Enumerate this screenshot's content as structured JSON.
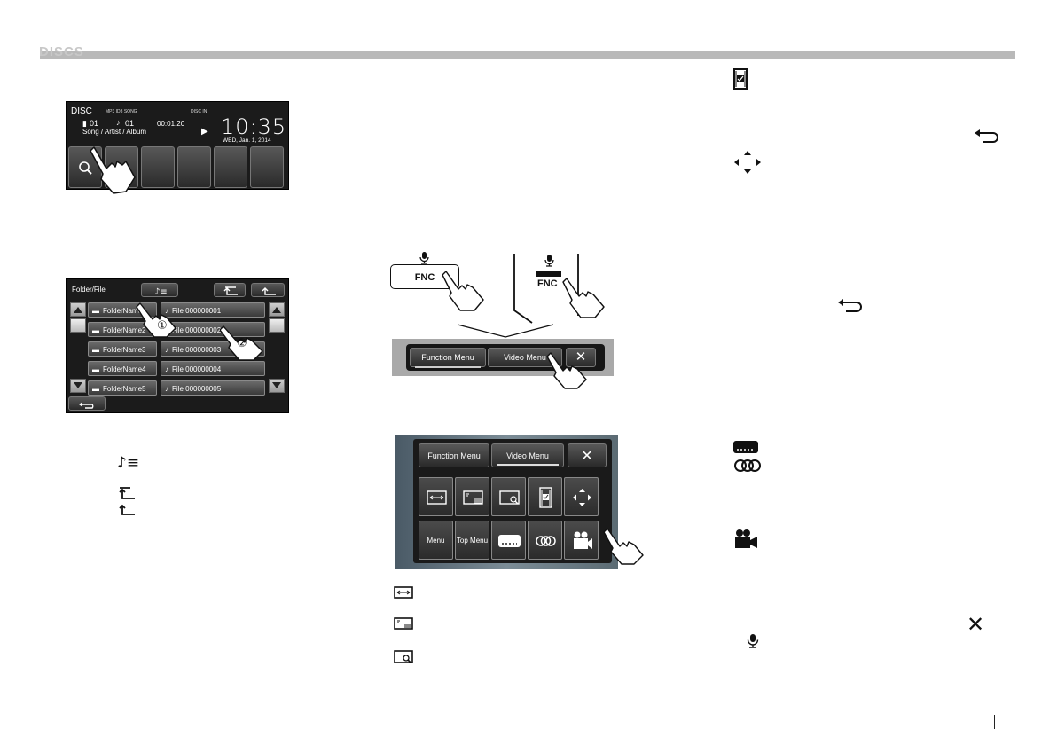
{
  "page": {
    "section_header": "DISCS"
  },
  "disc_screen": {
    "source": "DISC",
    "format_badge": "MP3 ID3 SONG",
    "disc_in_badge": "DISC IN",
    "folder_number": "01",
    "track_number": "01",
    "play_time": "00:01.20",
    "song_info": "Song / Artist / Album",
    "clock": "10:35",
    "date": "WED, Jan. 1, 2014"
  },
  "folder_file_screen": {
    "title": "Folder/File",
    "folders": [
      "FolderName1",
      "FolderName2",
      "FolderName3",
      "FolderName4",
      "FolderName5"
    ],
    "files": [
      "File 000000001",
      "File 000000002",
      "File 000000003",
      "File 000000004",
      "File 000000005"
    ],
    "step_1": "①",
    "step_2": "②"
  },
  "fnc_keys": {
    "button_label": "FNC",
    "panel_label": "FNC"
  },
  "menu_bar": {
    "function_menu": "Function Menu",
    "video_menu": "Video Menu",
    "close": "✕"
  },
  "video_menu": {
    "function_menu_tab": "Function Menu",
    "video_menu_tab": "Video Menu",
    "close": "✕",
    "menu_button": "Menu",
    "top_menu_button": "Top Menu"
  },
  "icons": {
    "close_symbol": "✕",
    "mic_symbol": "🎤"
  }
}
